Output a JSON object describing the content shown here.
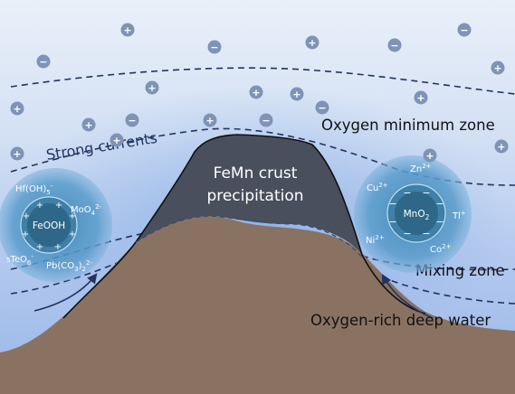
{
  "labels": {
    "oxygen_minimum_zone": "Oxygen minimum zone",
    "strong_currents": "Strong currents",
    "crust_line1": "FeMn crust",
    "crust_line2": "precipitation",
    "mixing_zone": "Mixing zone",
    "deep_water": "Oxygen-rich deep water"
  },
  "left_particle": {
    "core": "FeOOH",
    "ions": {
      "hf": "Hf(OH)",
      "hf_sub": "5",
      "hf_sup": "-",
      "mo": "MoO",
      "mo_sub": "4",
      "mo_sup": "2-",
      "te_pre": "5",
      "te": "TeO",
      "te_sub": "6",
      "te_sup": "-",
      "pb": "Pb(CO",
      "pb_sub1": "3",
      "pb_close": ")",
      "pb_sub2": "2",
      "pb_sup": "2-"
    },
    "charge_sign": "+"
  },
  "right_particle": {
    "core": "MnO",
    "core_sub": "2",
    "ions": {
      "zn": "Zn",
      "zn_sup": "2+",
      "cu": "Cu",
      "cu_sup": "2+",
      "tl": "Tl",
      "tl_sup": "+",
      "ni": "Ni",
      "ni_sup": "2+",
      "co": "Co",
      "co_sup": "2+"
    },
    "charge_sign": "−"
  },
  "water_ions": {
    "plus": "+",
    "minus": "−"
  },
  "colors": {
    "water_top": "#e7eef8",
    "water_mid": "#bcd0ef",
    "water_deep": "#8fb0e6",
    "seamount": "#8a7263",
    "crust": "#4a4f5e",
    "ion_fill": "#7e93b6",
    "dashed_line": "#23345e",
    "particle": "#4f8fbf",
    "particle_core": "#2e6787"
  }
}
